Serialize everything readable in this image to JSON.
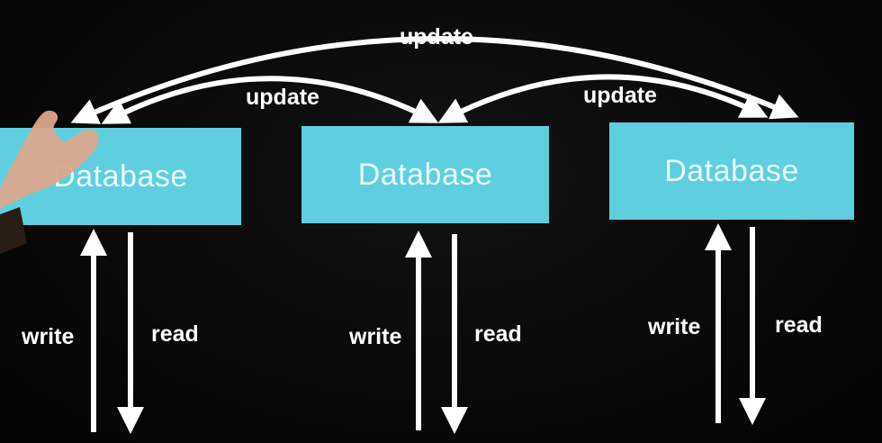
{
  "diagram": {
    "databases": [
      {
        "label": "Database"
      },
      {
        "label": "Database"
      },
      {
        "label": "Database"
      }
    ],
    "update_labels": {
      "outer": "update",
      "left": "update",
      "right": "update"
    },
    "io_labels": [
      {
        "write": "write",
        "read": "read"
      },
      {
        "write": "write",
        "read": "read"
      },
      {
        "write": "write",
        "read": "read"
      }
    ]
  },
  "colors": {
    "background": "#080808",
    "box": "#5fcfdf",
    "box_text": "#e9f9fb",
    "arrow": "#ffffff"
  }
}
